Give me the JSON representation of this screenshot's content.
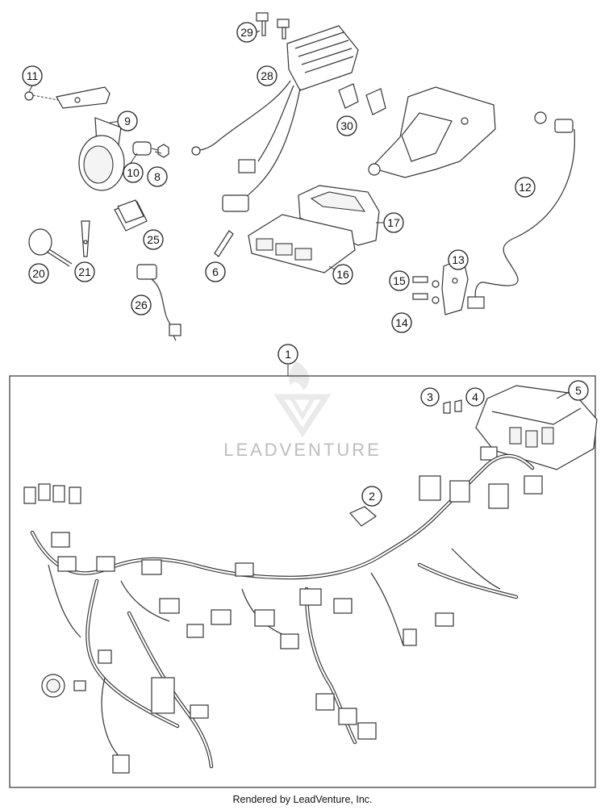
{
  "diagram": {
    "watermark": "LEADVENTURE",
    "footer": "Rendered by LeadVenture, Inc.",
    "callouts": [
      {
        "id": "c1",
        "label": "1"
      },
      {
        "id": "c2",
        "label": "2"
      },
      {
        "id": "c3",
        "label": "3"
      },
      {
        "id": "c4",
        "label": "4"
      },
      {
        "id": "c5",
        "label": "5"
      },
      {
        "id": "c6",
        "label": "6"
      },
      {
        "id": "c8",
        "label": "8"
      },
      {
        "id": "c9",
        "label": "9"
      },
      {
        "id": "c10",
        "label": "10"
      },
      {
        "id": "c11",
        "label": "11"
      },
      {
        "id": "c12",
        "label": "12"
      },
      {
        "id": "c13",
        "label": "13"
      },
      {
        "id": "c14",
        "label": "14"
      },
      {
        "id": "c15",
        "label": "15"
      },
      {
        "id": "c16",
        "label": "16"
      },
      {
        "id": "c17",
        "label": "17"
      },
      {
        "id": "c20",
        "label": "20"
      },
      {
        "id": "c21",
        "label": "21"
      },
      {
        "id": "c25",
        "label": "25"
      },
      {
        "id": "c26",
        "label": "26"
      },
      {
        "id": "c28",
        "label": "28"
      },
      {
        "id": "c29",
        "label": "29"
      },
      {
        "id": "c30",
        "label": "30"
      }
    ]
  }
}
